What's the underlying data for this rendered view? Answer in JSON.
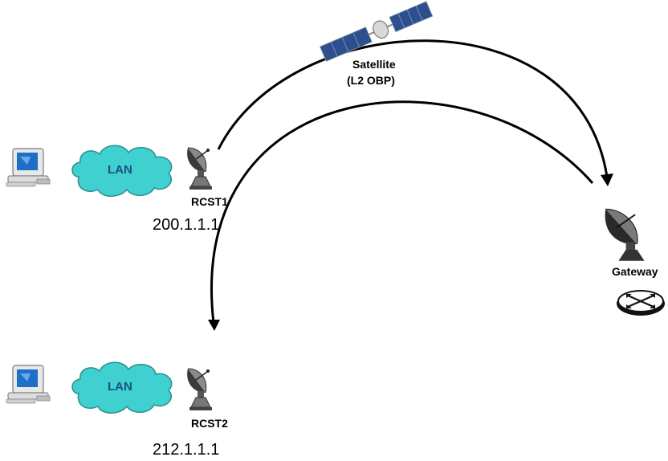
{
  "satellite": {
    "name": "Satellite",
    "mode": "(L2 OBP)",
    "icon": "satellite-icon"
  },
  "terminals": [
    {
      "name": "RCST1",
      "address": "200.1.1.1",
      "network_label": "LAN",
      "icons": [
        "computer-icon",
        "cloud-icon",
        "dish-antenna-icon"
      ]
    },
    {
      "name": "RCST2",
      "address": "212.1.1.1",
      "network_label": "LAN",
      "icons": [
        "computer-icon",
        "cloud-icon",
        "dish-antenna-icon"
      ]
    }
  ],
  "gateway": {
    "name": "Gateway",
    "icons": [
      "gateway-dish-icon",
      "router-icon"
    ]
  },
  "colors": {
    "cloud_fill": "#3fd0cf",
    "cloud_stroke": "#2a8f8e",
    "lan_text": "#1c4f86",
    "satellite_panel": "#2c4f8f",
    "computer_screen": "#1d6fc7",
    "link": "#000000"
  }
}
